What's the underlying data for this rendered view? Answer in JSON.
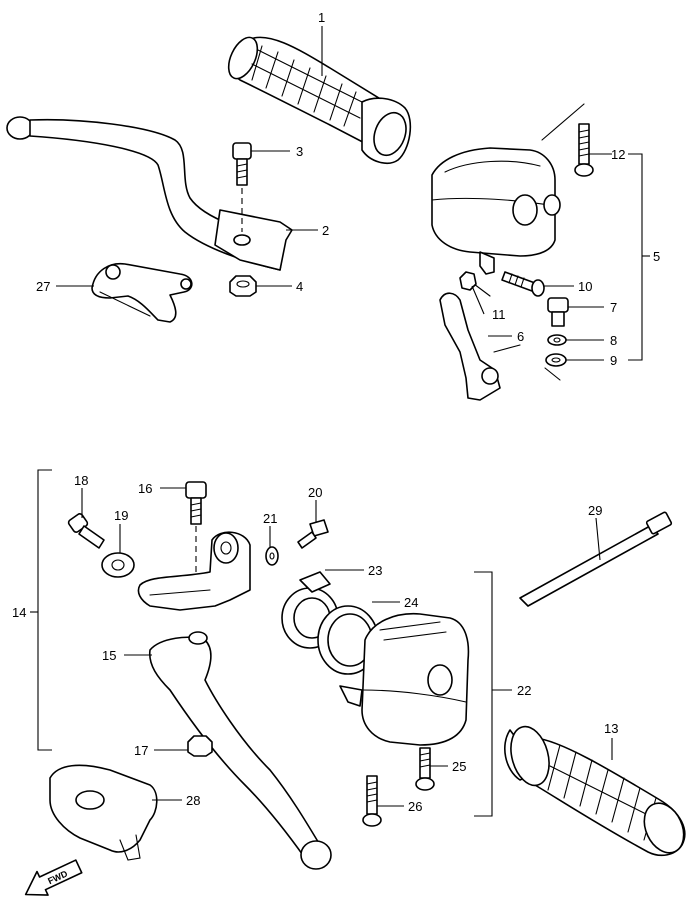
{
  "callouts": [
    {
      "id": "c1",
      "text": "1"
    },
    {
      "id": "c2",
      "text": "2"
    },
    {
      "id": "c3",
      "text": "3"
    },
    {
      "id": "c4",
      "text": "4"
    },
    {
      "id": "c5",
      "text": "5"
    },
    {
      "id": "c6",
      "text": "6"
    },
    {
      "id": "c7",
      "text": "7"
    },
    {
      "id": "c8",
      "text": "8"
    },
    {
      "id": "c9",
      "text": "9"
    },
    {
      "id": "c10",
      "text": "10"
    },
    {
      "id": "c11",
      "text": "11"
    },
    {
      "id": "c12",
      "text": "12"
    },
    {
      "id": "c13",
      "text": "13"
    },
    {
      "id": "c14",
      "text": "14"
    },
    {
      "id": "c15",
      "text": "15"
    },
    {
      "id": "c16",
      "text": "16"
    },
    {
      "id": "c17",
      "text": "17"
    },
    {
      "id": "c18",
      "text": "18"
    },
    {
      "id": "c19",
      "text": "19"
    },
    {
      "id": "c20",
      "text": "20"
    },
    {
      "id": "c21",
      "text": "21"
    },
    {
      "id": "c22",
      "text": "22"
    },
    {
      "id": "c23",
      "text": "23"
    },
    {
      "id": "c24",
      "text": "24"
    },
    {
      "id": "c25",
      "text": "25"
    },
    {
      "id": "c26",
      "text": "26"
    },
    {
      "id": "c27",
      "text": "27"
    },
    {
      "id": "c28",
      "text": "28"
    },
    {
      "id": "c29",
      "text": "29"
    }
  ],
  "fwd_label": "FWD"
}
